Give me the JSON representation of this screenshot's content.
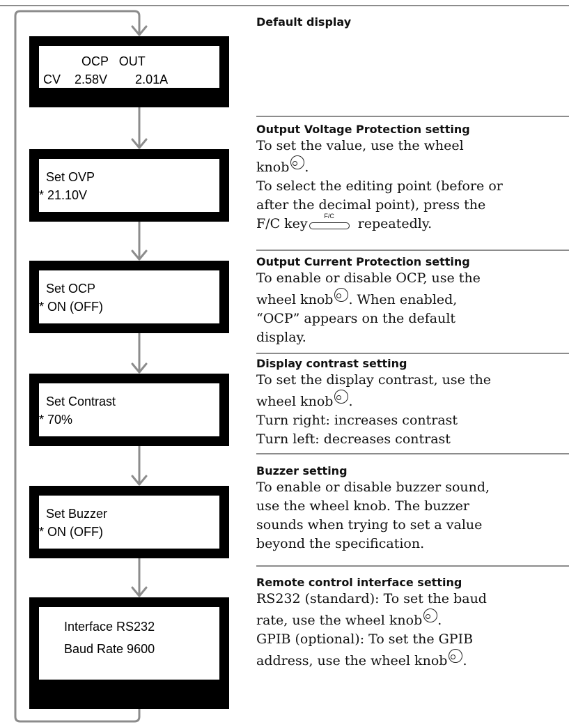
{
  "screens": [
    {
      "line1": "           OCP   OUT",
      "line2": "CV    2.58V        2.01A"
    },
    {
      "line1": "Set OVP",
      "line2": "* 21.10V"
    },
    {
      "line1": "Set OCP",
      "line2": "* ON (OFF)"
    },
    {
      "line1": "Set Contrast",
      "line2": "* 70%"
    },
    {
      "line1": "Set Buzzer",
      "line2": "* ON (OFF)"
    },
    {
      "line1": "Interface RS232",
      "line2": "Baud Rate 9600"
    }
  ],
  "sections": {
    "default": {
      "heading": "Default display"
    },
    "ovp": {
      "heading": "Output Voltage Protection setting",
      "text1": "To set the value, use the wheel",
      "text2": "knob",
      "text3": ".",
      "text4": "To select the editing point (before or",
      "text5": "after the decimal point), press the",
      "text6": "F/C key",
      "text7": " repeatedly.",
      "key_label": "F/C"
    },
    "ocp": {
      "heading": "Output Current Protection setting",
      "text1": "To enable or disable OCP, use the",
      "text2": "wheel knob",
      "text3": ". When enabled,",
      "text4": "“OCP” appears on the default",
      "text5": "display."
    },
    "contrast": {
      "heading": "Display contrast setting",
      "text1": "To set the display contrast, use the",
      "text2": "wheel knob",
      "text3": ".",
      "text4": "Turn right: increases contrast",
      "text5": "Turn left: decreases contrast"
    },
    "buzzer": {
      "heading": "Buzzer setting",
      "text1": "To enable or disable buzzer sound,",
      "text2": "use the wheel knob. The buzzer",
      "text3": "sounds when trying to set a value",
      "text4": "beyond the specification."
    },
    "remote": {
      "heading": "Remote control interface setting",
      "text1": "RS232 (standard): To set the baud",
      "text2": "rate, use the wheel knob",
      "text3": ".",
      "text4": "GPIB (optional): To set the GPIB",
      "text5": "address, use the wheel knob",
      "text6": "."
    }
  },
  "colors": {
    "rule": "#8c8c8c",
    "arrow": "#8c8c8c",
    "lcd_frame": "#000000"
  },
  "icons": {
    "wheel_knob": "wheel-knob-icon",
    "fc_key": "fc-key-icon"
  }
}
